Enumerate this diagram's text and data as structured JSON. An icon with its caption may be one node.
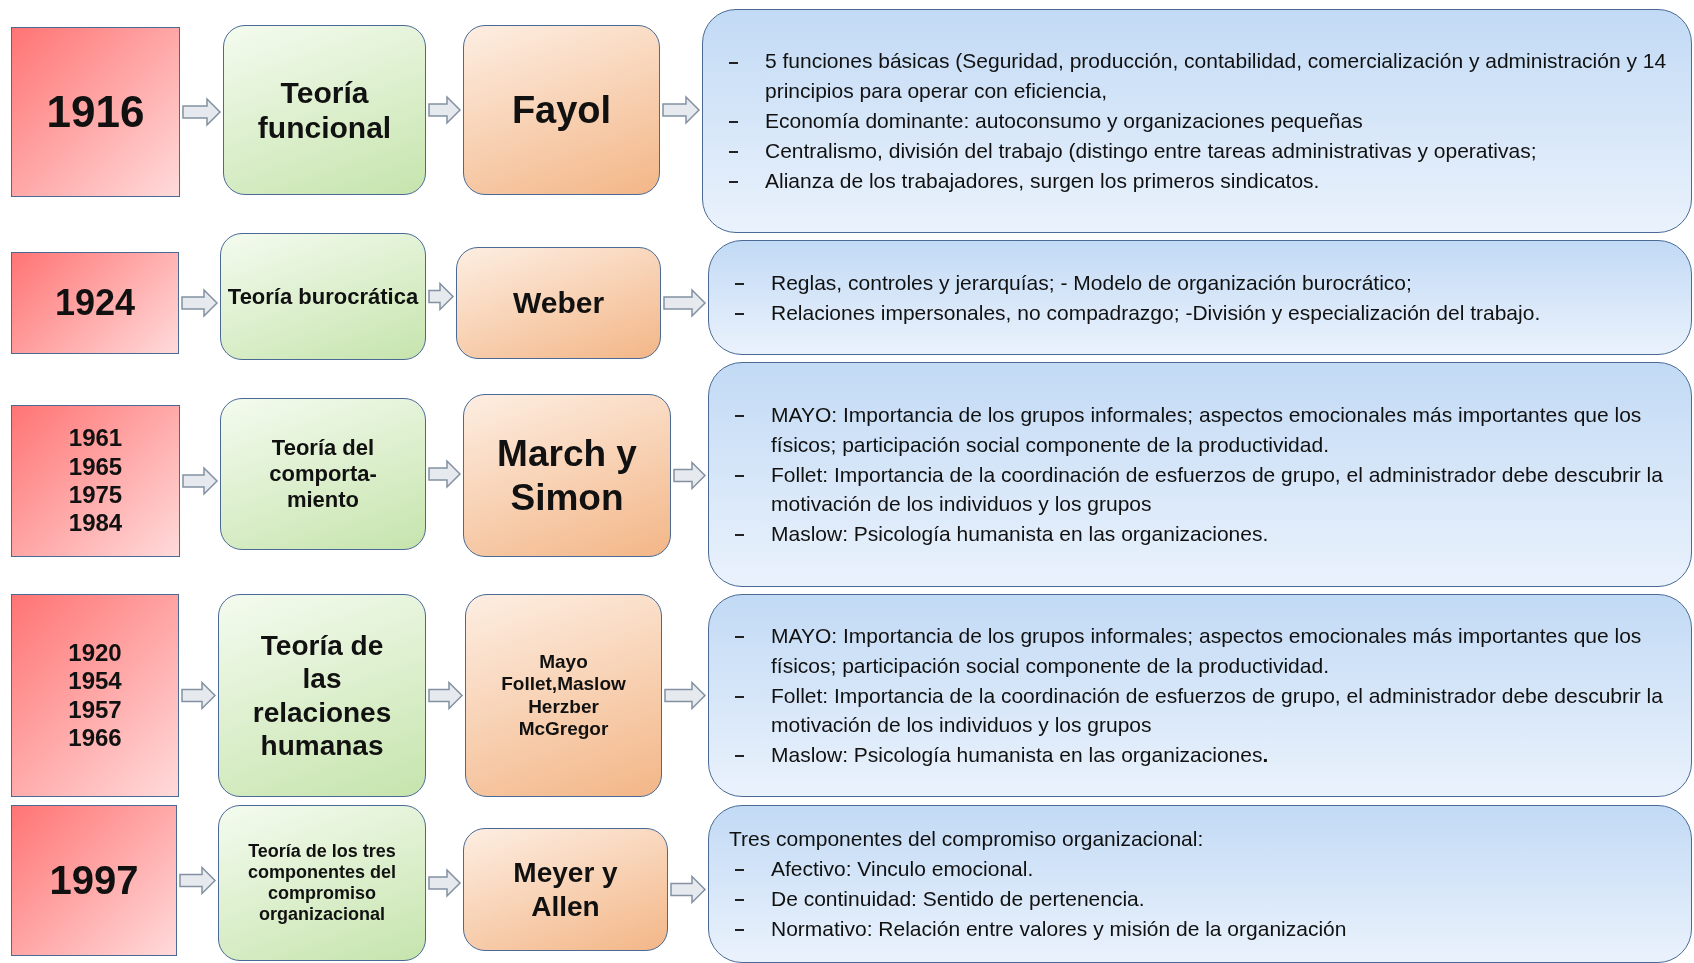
{
  "diagram": {
    "nodes": [
      {
        "text": [
          "1916"
        ]
      },
      {
        "text": [
          "Teoría funcional"
        ]
      },
      {
        "text": [
          "Fayol"
        ]
      },
      {
        "text": [
          "5 funciones básicas (Seguridad, producción, contabilidad, comercialización y administración y 14 principios para operar con eficiencia,",
          "Economía dominante: autoconsumo y organizaciones pequeñas",
          "Centralismo, división del trabajo (distingo entre tareas administrativas y operativas;",
          "Alianza de los trabajadores, surgen los primeros sindicatos."
        ]
      },
      {
        "text": [
          "1924"
        ]
      },
      {
        "text": [
          "Teoría burocrática"
        ]
      },
      {
        "text": [
          "Weber"
        ]
      },
      {
        "text": [
          "Reglas, controles y jerarquías;  - Modelo de organización burocrático;",
          "Relaciones impersonales, no compadrazgo; -División y especialización del trabajo."
        ]
      },
      {
        "text": [
          "1961",
          "1965",
          "1975",
          "1984"
        ]
      },
      {
        "text": [
          "Teoría del comporta- miento"
        ]
      },
      {
        "text": [
          "March y Simon"
        ]
      },
      {
        "text": [
          "MAYO: Importancia de los grupos informales; aspectos emocionales más importantes que los físicos; participación social componente de la productividad.",
          "Follet: Importancia de la coordinación de esfuerzos de grupo, el administrador debe descubrir la motivación de los individuos y los grupos",
          "Maslow: Psicología humanista en las organizaciones."
        ]
      },
      {
        "text": [
          "1920",
          "1954",
          "1957",
          "1966"
        ]
      },
      {
        "text": [
          "Teoría de las relaciones humanas"
        ]
      },
      {
        "text": [
          "Mayo",
          "Follet,Maslow",
          "Herzber",
          "McGregor"
        ]
      },
      {
        "text": [
          "MAYO: Importancia de los grupos informales; aspectos emocionales más importantes que los físicos; participación social componente de la productividad.",
          "Follet: Importancia de la coordinación de esfuerzos de grupo, el administrador debe descubrir la motivación de los individuos y los grupos",
          "Maslow: Psicología humanista en las organizaciones**.**"
        ]
      },
      {
        "text": [
          "1997"
        ]
      },
      {
        "text": [
          "Teoría de los tres componentes del compromiso organizacional"
        ]
      },
      {
        "text": [
          "Meyer y Allen"
        ]
      },
      {
        "text": [
          "Tres componentes del compromiso organizacional:",
          "Afectivo: Vinculo emocional.",
          "De continuidad: Sentido de pertenencia.",
          "Normativo: Relación entre valores y misión de la organización"
        ]
      }
    ],
    "edges": [
      {
        "from": 0,
        "to": 1,
        "arrow": "to"
      },
      {
        "from": 1,
        "to": 2,
        "arrow": "to"
      },
      {
        "from": 2,
        "to": 3,
        "arrow": "to"
      },
      {
        "from": 4,
        "to": 5,
        "arrow": "to"
      },
      {
        "from": 5,
        "to": 6,
        "arrow": "to"
      },
      {
        "from": 6,
        "to": 7,
        "arrow": "to"
      },
      {
        "from": 8,
        "to": 9,
        "arrow": "to"
      },
      {
        "from": 9,
        "to": 10,
        "arrow": "to"
      },
      {
        "from": 10,
        "to": 11,
        "arrow": "to"
      },
      {
        "from": 12,
        "to": 13,
        "arrow": "to"
      },
      {
        "from": 13,
        "to": 14,
        "arrow": "to"
      },
      {
        "from": 14,
        "to": 15,
        "arrow": "to"
      },
      {
        "from": 16,
        "to": 17,
        "arrow": "to"
      },
      {
        "from": 17,
        "to": 18,
        "arrow": "to"
      },
      {
        "from": 18,
        "to": 19,
        "arrow": "to"
      }
    ]
  }
}
